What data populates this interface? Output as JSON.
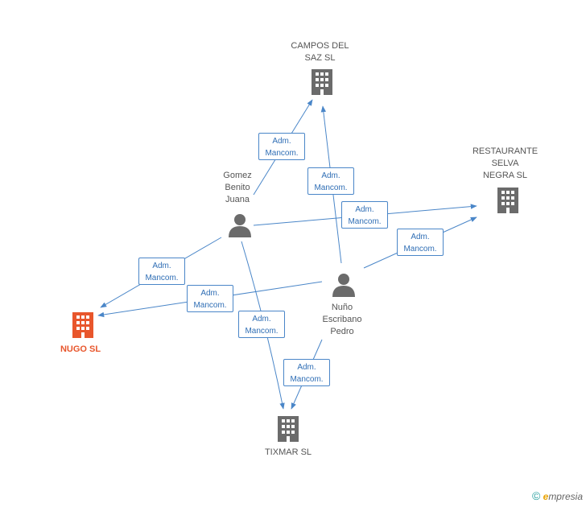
{
  "colors": {
    "edge": "#4a86c8",
    "company": "#6b6b6b",
    "main_company": "#e8562c",
    "person": "#6b6b6b"
  },
  "nodes": {
    "campos": {
      "label": "CAMPOS DEL\nSAZ SL",
      "icon": "building-icon"
    },
    "restaurante": {
      "label": "RESTAURANTE\nSELVA\nNEGRA SL",
      "icon": "building-icon"
    },
    "gomez": {
      "label": "Gomez\nBenito\nJuana",
      "icon": "person-icon"
    },
    "nuno": {
      "label": "Nuño\nEscribano\nPedro",
      "icon": "person-icon"
    },
    "nugo": {
      "label": "NUGO SL",
      "icon": "building-icon"
    },
    "tixmar": {
      "label": "TIXMAR SL",
      "icon": "building-icon"
    }
  },
  "edge_label": {
    "line1": "Adm.",
    "line2": "Mancom."
  },
  "brand": {
    "symbol": "©",
    "initial": "e",
    "rest": "mpresia"
  }
}
